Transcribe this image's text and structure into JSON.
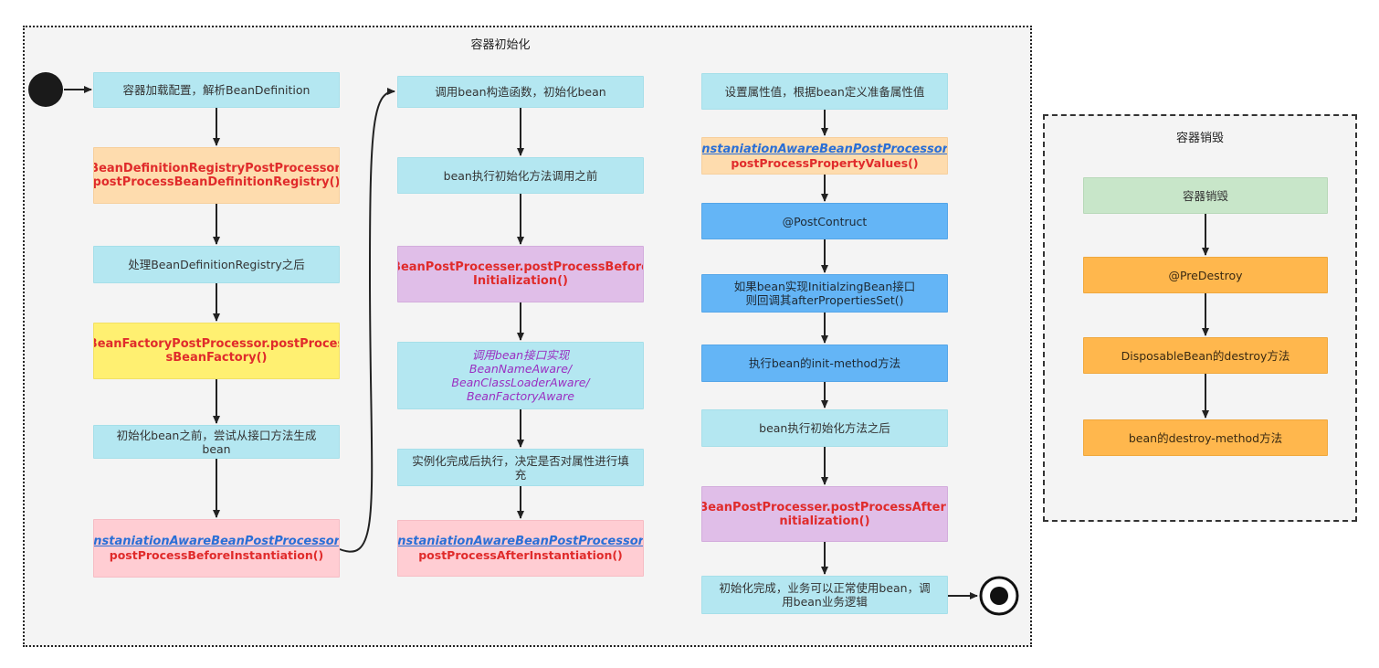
{
  "init_container": {
    "title": "容器初始化",
    "column1": [
      {
        "text": "容器加载配置，解析BeanDefinition"
      },
      {
        "text": "BeanDefinitionRegistryPostProcessor.\npostProcessBeanDefinitionRegistry()"
      },
      {
        "text": "处理BeanDefinitionRegistry之后"
      },
      {
        "text": "BeanFactoryPostProcessor.postProces\nsBeanFactory()"
      },
      {
        "text": "初始化bean之前，尝试从接口方法生成\nbean"
      },
      {
        "link": "instaniationAwareBeanPostProcessor",
        "suffix": ".",
        "method": "postProcessBeforeInstantiation()"
      }
    ],
    "column2": [
      {
        "text": "调用bean构造函数，初始化bean"
      },
      {
        "text": "bean执行初始化方法调用之前"
      },
      {
        "text": "BeanPostProcesser.postProcessBefore\nInitialization()"
      },
      {
        "text": "调用bean接口实现\nBeanNameAware/\nBeanClassLoaderAware/\nBeanFactoryAware"
      },
      {
        "text": "实例化完成后执行，决定是否对属性进行填\n充"
      },
      {
        "link": "instaniationAwareBeanPostProcessor",
        "suffix": ".",
        "method": "postProcessAfterInstantiation()"
      }
    ],
    "column3": [
      {
        "text": "设置属性值，根据bean定义准备属性值"
      },
      {
        "link": "instaniationAwareBeanPostProcessor",
        "suffix": ".",
        "method": "postProcessPropertyValues()"
      },
      {
        "text": "@PostContruct"
      },
      {
        "text": "如果bean实现InitialzingBean接口\n则回调其afterPropertiesSet()"
      },
      {
        "text": "执行bean的init-method方法"
      },
      {
        "text": "bean执行初始化方法之后"
      },
      {
        "text": "BeanPostProcesser.postProcessAfterI\nnitialization()"
      },
      {
        "text": "初始化完成，业务可以正常使用bean，调\n用bean业务逻辑"
      }
    ]
  },
  "destroy_container": {
    "title": "容器销毁",
    "steps": [
      {
        "text": "容器销毁"
      },
      {
        "text": "@PreDestroy"
      },
      {
        "text": "DisposableBean的destroy方法"
      },
      {
        "text": "bean的destroy-method方法"
      }
    ]
  },
  "colors": {
    "cyan": "#b4e7f1",
    "orange": "#fedcae",
    "yellow": "#fff071",
    "pink": "#ffcdd3",
    "purple": "#e0bee8",
    "blue": "#64b5f6",
    "green": "#c8e6c9",
    "amber": "#ffb74d",
    "method_red": "#e02b2b",
    "link_blue": "#2a6fd6"
  },
  "icons": {
    "start": "start-node-icon",
    "end": "end-node-icon"
  }
}
